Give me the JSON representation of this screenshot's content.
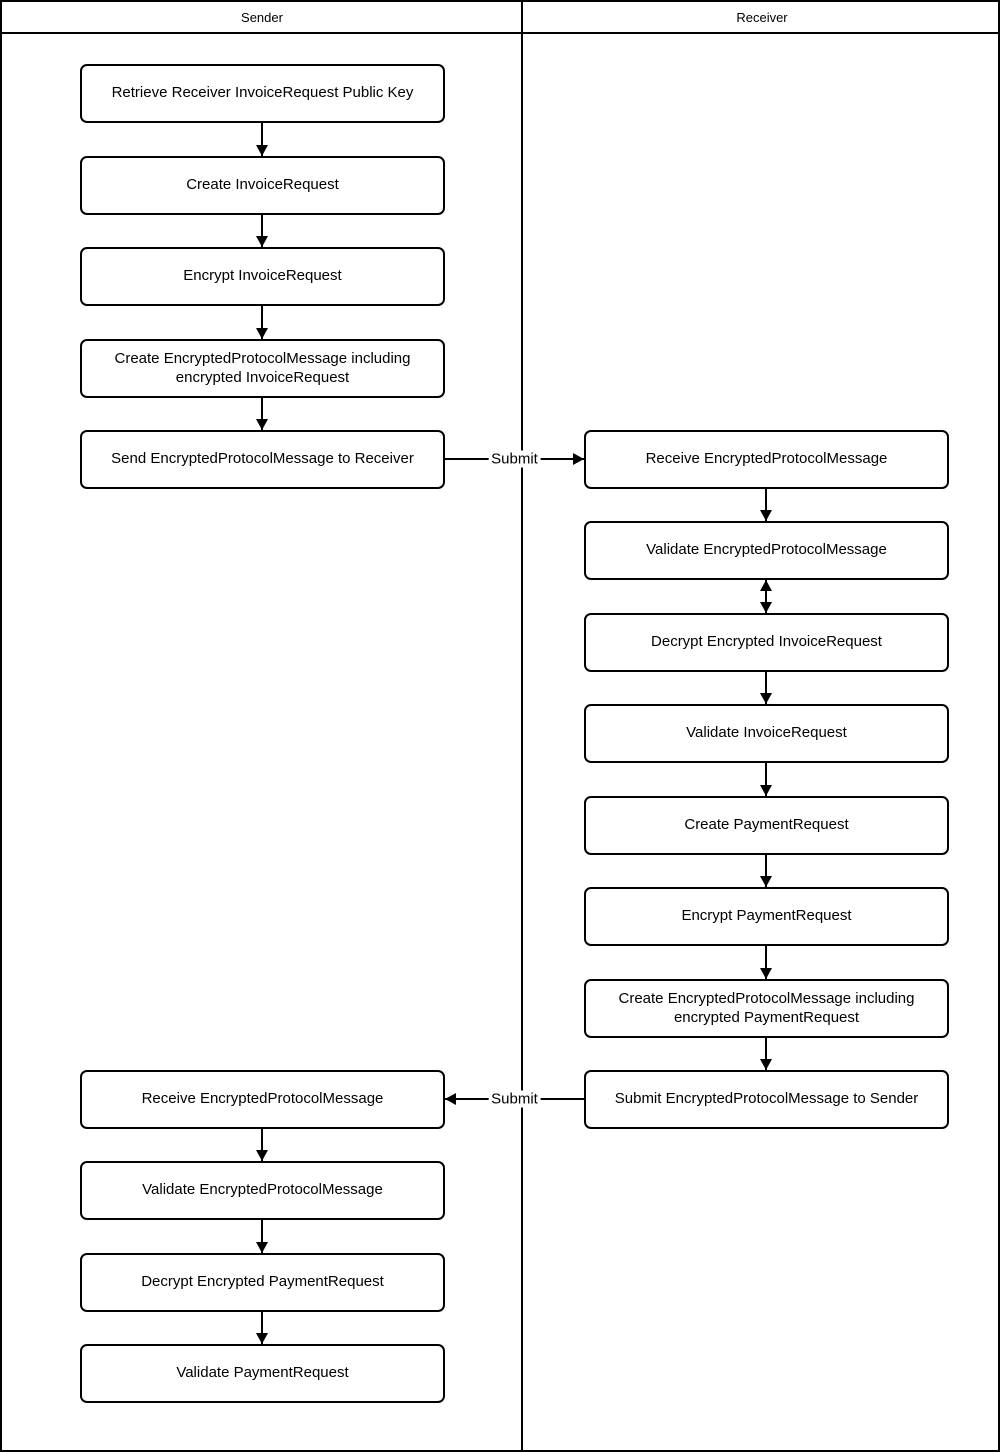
{
  "header": {
    "sender": "Sender",
    "receiver": "Receiver"
  },
  "sender_top": [
    "Retrieve Receiver InvoiceRequest Public Key",
    "Create InvoiceRequest",
    "Encrypt InvoiceRequest",
    "Create EncryptedProtocolMessage including encrypted InvoiceRequest",
    "Send EncryptedProtocolMessage to Receiver"
  ],
  "receiver": [
    "Receive EncryptedProtocolMessage",
    "Validate EncryptedProtocolMessage",
    "Decrypt Encrypted InvoiceRequest",
    "Validate InvoiceRequest",
    "Create PaymentRequest",
    "Encrypt PaymentRequest",
    "Create EncryptedProtocolMessage including encrypted PaymentRequest",
    "Submit EncryptedProtocolMessage to Sender"
  ],
  "sender_bottom": [
    "Receive EncryptedProtocolMessage",
    "Validate EncryptedProtocolMessage",
    "Decrypt Encrypted PaymentRequest",
    "Validate PaymentRequest"
  ],
  "edges": {
    "submit_right": "Submit",
    "submit_left": "Submit"
  },
  "colors": {
    "stroke": "#000000",
    "fill": "#ffffff"
  }
}
